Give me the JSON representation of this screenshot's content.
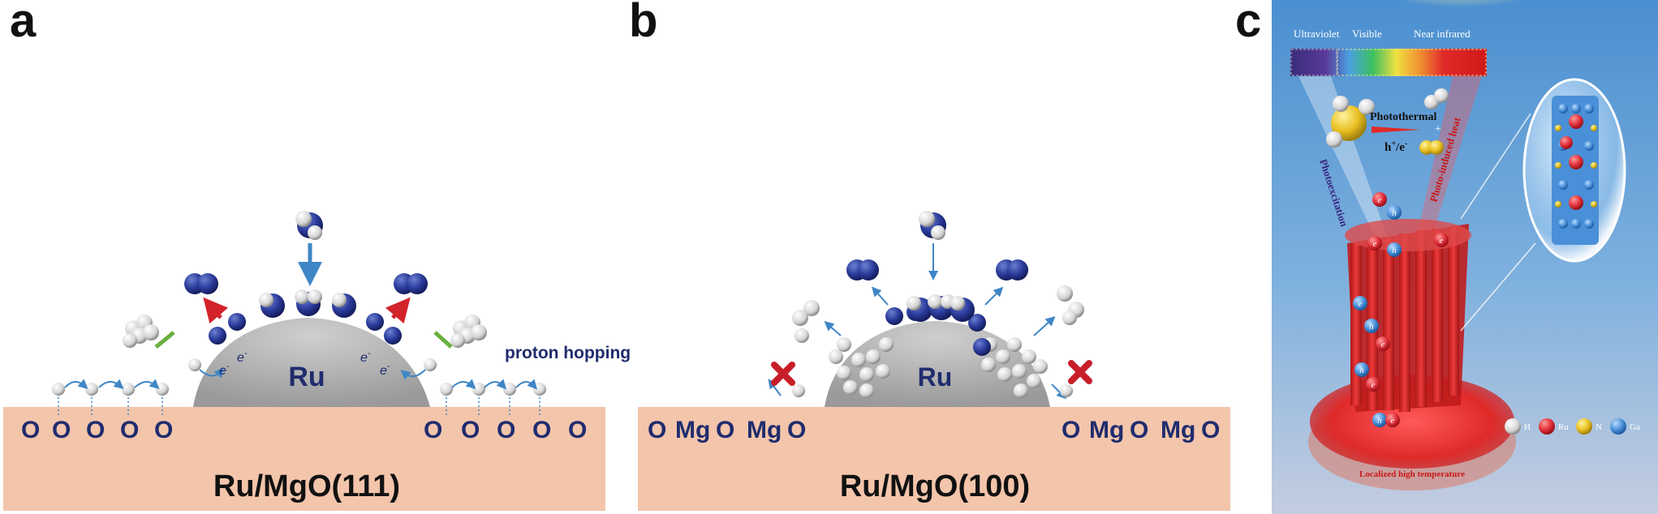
{
  "panels": {
    "a": {
      "letter": "a",
      "title": "Ru/MgO(111)",
      "particle_label": "Ru",
      "annotation": "proton hopping",
      "electron": "e",
      "electron_sup": "-",
      "surface_atoms_left": [
        "O",
        "O",
        "O",
        "O",
        "O"
      ],
      "surface_atoms_right": [
        "O",
        "O",
        "O",
        "O",
        "O"
      ]
    },
    "b": {
      "letter": "b",
      "title": "Ru/MgO(100)",
      "particle_label": "Ru",
      "surface_atoms_left": [
        "O",
        "Mg",
        "O",
        "Mg",
        "O"
      ],
      "surface_atoms_right": [
        "O",
        "Mg",
        "O",
        "Mg",
        "O"
      ]
    },
    "c": {
      "letter": "c",
      "spectrum": [
        "Ultraviolet",
        "Visible",
        "Near infrared"
      ],
      "process_top": "Photothermal",
      "process_bottom": "h",
      "process_bottom_sup": "+",
      "process_bottom_tail": "/e",
      "process_bottom_tail_sup": "-",
      "plus": "+",
      "left_beam": "Photoexcitation",
      "right_beam": "Photo-induced heat",
      "base_label": "Localized high temperature",
      "carriers": [
        "e",
        "h"
      ],
      "legend": [
        {
          "symbol": "H",
          "color": "#e8e8e8"
        },
        {
          "symbol": "Ru",
          "color": "#e0303a"
        },
        {
          "symbol": "N",
          "color": "#e8c020"
        },
        {
          "symbol": "Ga",
          "color": "#4a90d8"
        }
      ]
    }
  },
  "colors": {
    "substrate": "#f3c5ab",
    "particle": "#b8b8b8",
    "nitrogen": "#27357f",
    "text_blue": "#1f2c6e",
    "arrow_red": "#d3232a",
    "arrow_blue": "#3f86c6"
  }
}
